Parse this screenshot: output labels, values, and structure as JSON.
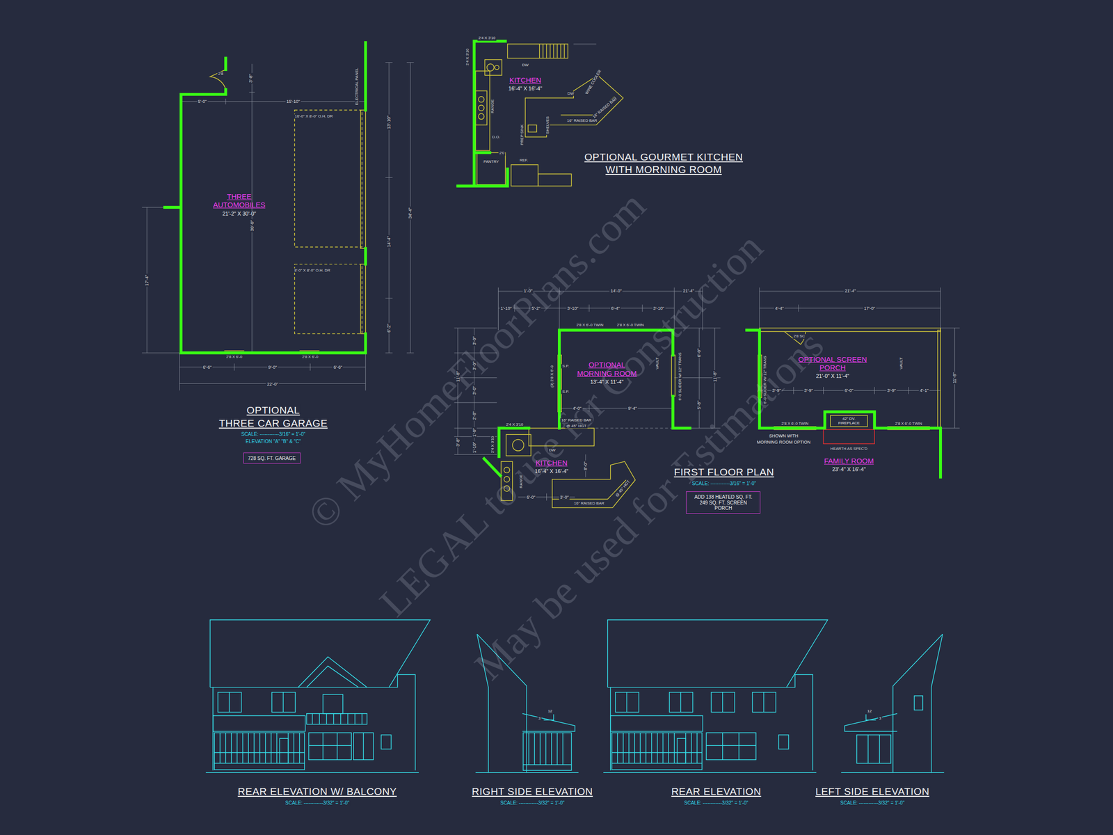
{
  "diagram": {
    "nodes": [
      {
        "text": [
          "THREE AUTOMOBILES",
          "21'-2\" X 30'-0\""
        ]
      },
      {
        "text": [
          "728 SQ. FT. GARAGE"
        ]
      },
      {
        "text": [
          "KITCHEN",
          "16'-4\" X 16'-4\""
        ]
      },
      {
        "text": [
          "OPTIONAL MORNING ROOM",
          "13'-4\" X 11'-4\""
        ]
      },
      {
        "text": [
          "OPTIONAL SCREEN PORCH",
          "21'-0\" X 11'-4\""
        ]
      },
      {
        "text": [
          "KITCHEN",
          "16'-4\" X 16'-4\""
        ]
      },
      {
        "text": [
          "42\" DV. FIREPLACE"
        ]
      },
      {
        "text": [
          "ADD 138 HEATED SQ. FT. 249 SQ. FT. SCREEN PORCH"
        ]
      }
    ],
    "labels": [
      "2'8",
      "3'-8\"",
      "5'-0\"",
      "15'-10\"",
      "ELECTRICAL PANEL",
      "16'-0\" X 8'-0\" O.H. DR",
      "8'-0\" X 8'-0\" O.H. DR",
      "13'-10\"",
      "14'-4\"",
      "6'-2\"",
      "34'-4\"",
      "30'-0\"",
      "17'-4\"",
      "2'8 X 6'-0",
      "2'8 X 6'-0",
      "6'-6\"",
      "9'-0\"",
      "6'-6\"",
      "22'-0\"",
      "OPTIONAL",
      "THREE CAR GARAGE",
      "SCALE: ------------3/16\" = 1'-0\"",
      "ELEVATION \"A\" \"B\" & \"C\"",
      "2'4 X 3'10",
      "2'4 X 3'10",
      "DW",
      "RANGE",
      "DW",
      "WINE COOLER",
      "SHELVES",
      "16\" RAISED BAR",
      "16\" RAISED BAR",
      "PREP SINK",
      "D.O.",
      "2'0",
      "PANTRY",
      "REF.",
      "OPTIONAL GOURMET KITCHEN",
      "WITH MORNING ROOM",
      "1'-0\"",
      "14'-0\"",
      "21'-4\"",
      "1'-10\"",
      "5'-2\"",
      "3'-10\"",
      "6'-4\"",
      "3'-10\"",
      "2'8 X 6'-0 TWIN",
      "2'8 X 6'-0 TWIN",
      "3'-0\"",
      "3'-0\"",
      "3'-0\"",
      "2'-8\"",
      "11'-8\"",
      "1'-0\"",
      "3'-8\"",
      "1'-10\"",
      "(3) 2'8 X 6'-0",
      "S.P.",
      "S.P.",
      "VAULT",
      "6'-0 SLIDER W/ 12\" TRANS",
      "6'-0\"",
      "5'-8\"",
      "11'-8\"",
      "4'-0\"",
      "9'-4\"",
      "16\" RAISED BAR",
      "@ 45° HGT",
      "2'4 X 3'10",
      "2'4 X 3'10",
      "DW",
      "RANGE",
      "8'-0\"",
      "6'-0\"",
      "3'-0\"",
      "16\" RAISED BAR",
      "@ 45° HGT",
      "21'-4\"",
      "4'-4\"",
      "17'-0\"",
      "2'8 SC",
      "VAULT",
      "6'-0 SLIDER W/ 12\" TRANS",
      "11'-8\"",
      "3'-9\"",
      "3'-9\"",
      "6'-0\"",
      "3'-9\"",
      "4'-1\"",
      "2'8 X 6'-0 TWIN",
      "2'8 X 6'-0 TWIN",
      "SHOWN WITH",
      "MORNING ROOM OPTION",
      "HEARTH AS SPEC'D",
      "FAMILY ROOM",
      "23'-4\" X 16'-4\"",
      "FIRST FLOOR PLAN",
      "SCALE: ------------3/16\" = 1'-0\"",
      "12",
      "3",
      "12",
      "3",
      "REAR ELEVATION W/ BALCONY",
      "SCALE: ------------3/32\" = 1'-0\"",
      "RIGHT SIDE ELEVATION",
      "SCALE: ------------3/32\" = 1'-0\"",
      "REAR ELEVATION",
      "SCALE: ------------3/32\" = 1'-0\"",
      "LEFT SIDE ELEVATION",
      "SCALE: ------------3/32\" = 1'-0\"",
      "© MyHomeFloorPlans.com",
      "LEGAL to use for Construction",
      "May be used for Estimations"
    ]
  }
}
